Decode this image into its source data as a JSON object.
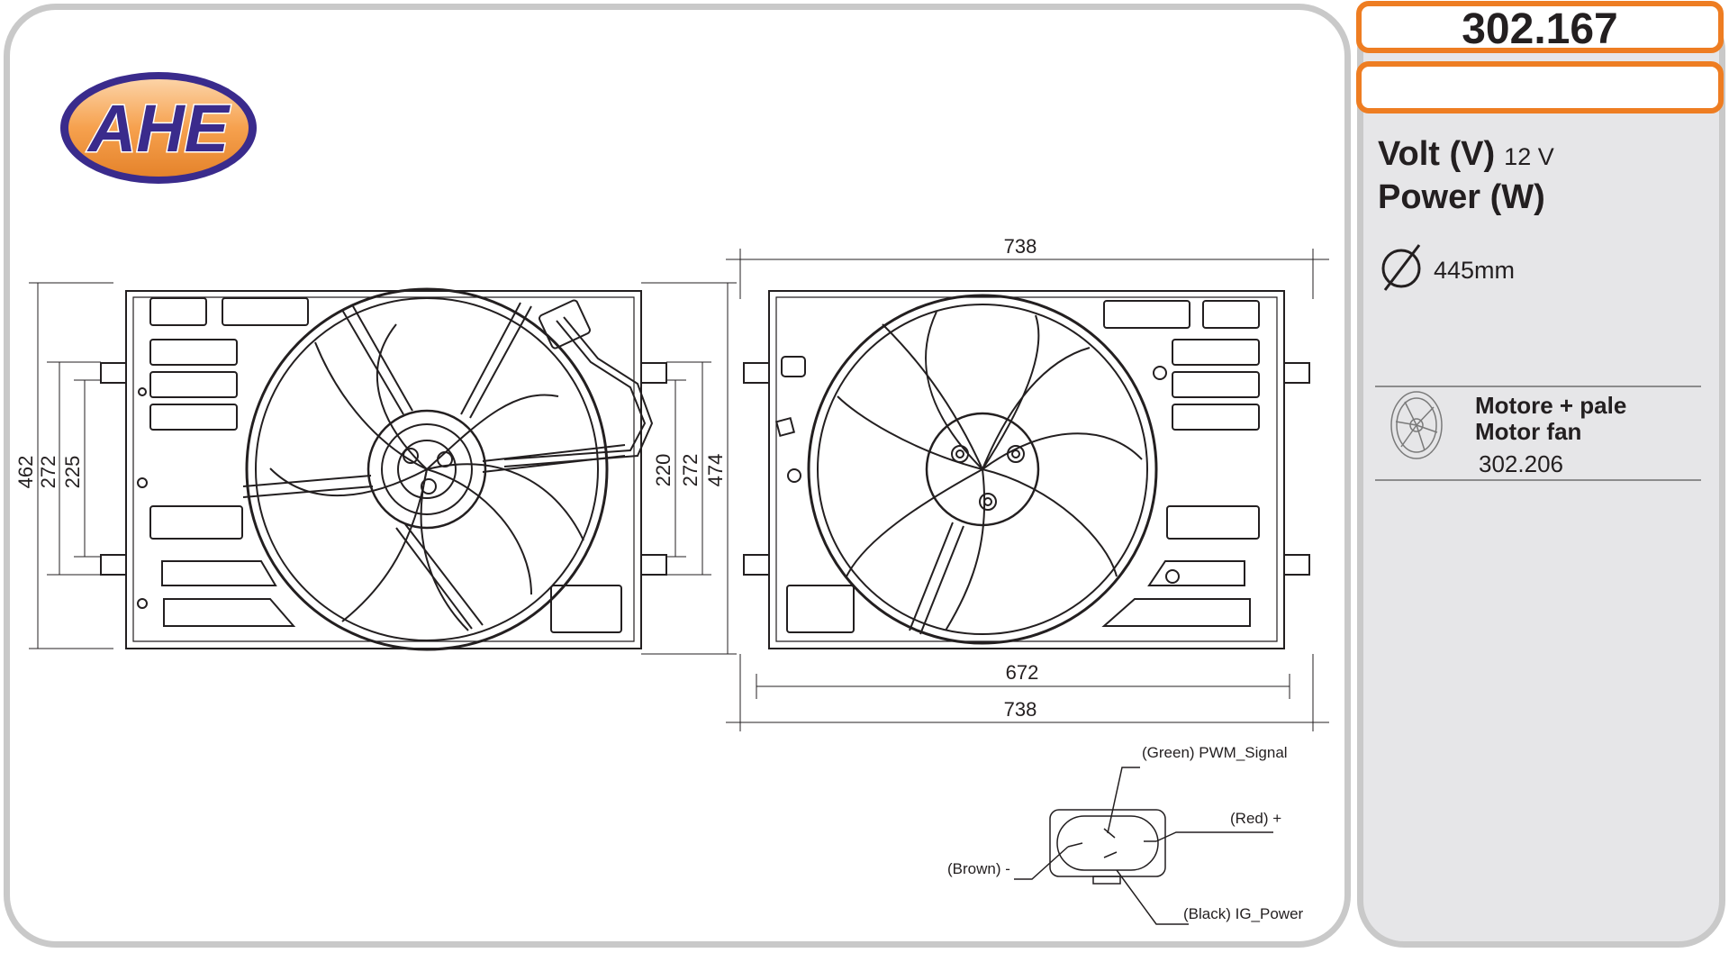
{
  "brand": {
    "logo_text": "AHE",
    "colors": {
      "logo_fill": "#f6a14e",
      "logo_ring": "#3a2b8c",
      "logo_text": "#3a2b8c"
    }
  },
  "part_number": "302.167",
  "specs": {
    "volt_label": "Volt (V)",
    "volt_value": "12 V",
    "power_label": "Power (W)",
    "power_value": "",
    "diameter_icon": "diameter-icon",
    "diameter_value": "445mm"
  },
  "related_part": {
    "icon": "fan-icon",
    "name_it": "Motore + pale",
    "name_en": "Motor fan",
    "number": "302.206"
  },
  "dimensions": {
    "front_height_outer": "462",
    "front_height_mid": "272",
    "front_height_inner": "225",
    "side_height_a": "220",
    "side_height_b": "272",
    "side_height_c": "474",
    "top_width": "738",
    "bottom_width_inner": "672",
    "bottom_width_outer": "738"
  },
  "connector": {
    "pin_green": "(Green) PWM_Signal",
    "pin_red": "(Red) +",
    "pin_brown": "(Brown) -",
    "pin_black": "(Black) IG_Power"
  },
  "colors": {
    "accent_orange": "#ee7d22",
    "panel_gray": "#e6e6e8",
    "border_gray": "#c9c9c9",
    "line_dark": "#231f20"
  }
}
